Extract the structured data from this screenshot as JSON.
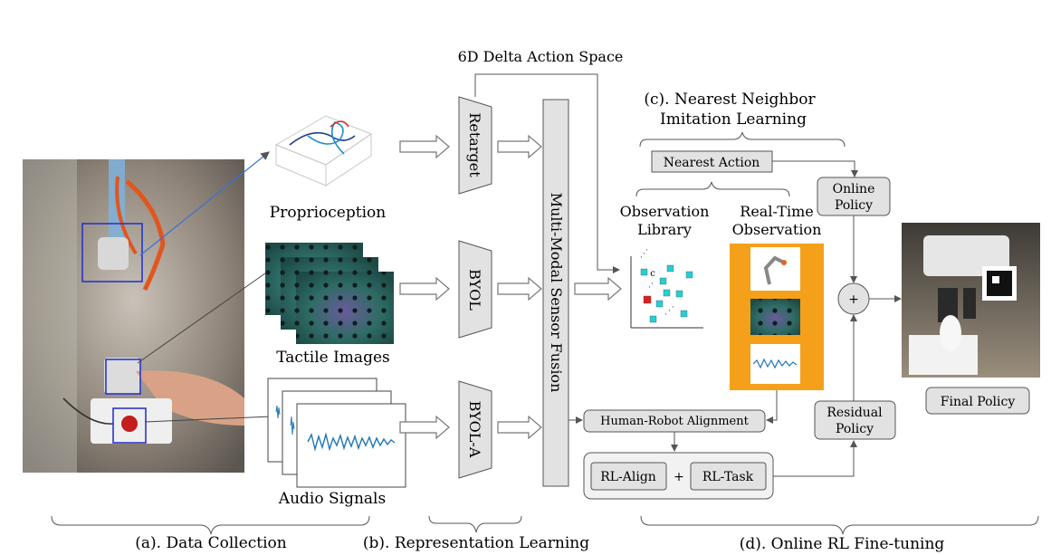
{
  "top_label": "6D Delta Action Space",
  "section_c": {
    "line1": "(c). Nearest Neighbor",
    "line2": "Imitation Learning"
  },
  "modalities": {
    "proprioception": "Proprioception",
    "tactile": "Tactile Images",
    "audio": "Audio Signals"
  },
  "encoders": {
    "retarget": "Retarget",
    "byol": "BYOL",
    "byol_a": "BYOL-A"
  },
  "fusion": "Multi-Modal Sensor Fusion",
  "nearest_action": "Nearest Action",
  "observation_library": {
    "line1": "Observation",
    "line2": "Library"
  },
  "realtime_observation": {
    "line1": "Real-Time",
    "line2": "Observation"
  },
  "library_marker": "c",
  "online_policy": {
    "line1": "Online",
    "line2": "Policy"
  },
  "residual_policy": {
    "line1": "Residual",
    "line2": "Policy"
  },
  "plus": "+",
  "final_policy": "Final Policy",
  "alignment": "Human-Robot Alignment",
  "rl_align": "RL-Align",
  "rl_task": "RL-Task",
  "captions": {
    "a": "(a). Data Collection",
    "b": "(b). Representation Learning",
    "d": "(d). Online RL Fine-tuning"
  },
  "colors": {
    "orange_panel": "#f5a01a",
    "box_fill": "#e2e2e2",
    "box_stroke": "#555555",
    "library_point": "#22d0d8",
    "library_query": "#dd1f1f",
    "blue_box": "#2a35c8",
    "waveform": "#1f77b4"
  }
}
